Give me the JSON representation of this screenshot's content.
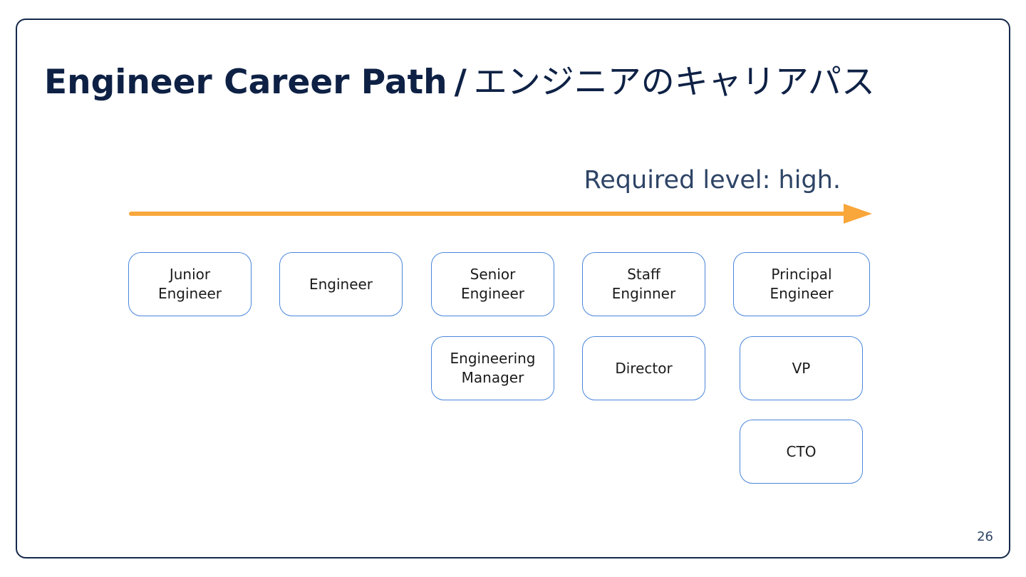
{
  "slide": {
    "title_en": "Engineer Career Path",
    "title_sep": "/",
    "title_jp": "エンジニアのキャリアパス",
    "page_number": "26"
  },
  "axis": {
    "label": "Required level: high.",
    "color": "#f9a63a"
  },
  "roles": {
    "junior_engineer": "Junior\nEngineer",
    "engineer": "Engineer",
    "senior_engineer": "Senior\nEngineer",
    "staff_engineer": "Staff\nEnginner",
    "principal_engineer": "Principal\nEngineer",
    "engineering_manager": "Engineering\nManager",
    "director": "Director",
    "vp": "VP",
    "cto": "CTO"
  },
  "colors": {
    "title": "#0e2145",
    "box_border": "#4a86dc",
    "frame_border": "#14284a"
  }
}
